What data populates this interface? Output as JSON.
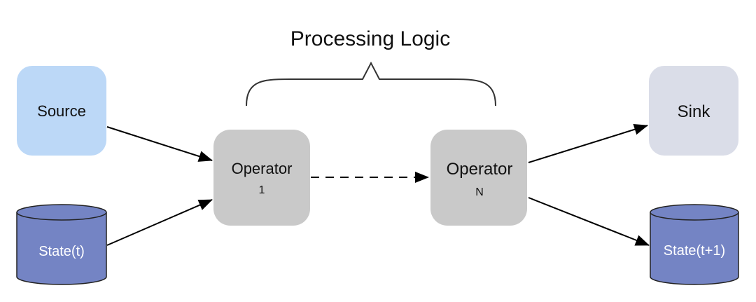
{
  "title": "Processing Logic",
  "nodes": {
    "source": {
      "label": "Source",
      "fill": "#bcd8f7"
    },
    "state_t": {
      "label": "State(t)",
      "fill": "#7484c4"
    },
    "operator_1": {
      "label": "Operator",
      "sub": "1",
      "fill": "#c9c9c9"
    },
    "operator_n": {
      "label": "Operator",
      "sub": "N",
      "fill": "#c9c9c9"
    },
    "sink": {
      "label": "Sink",
      "fill": "#dadde8"
    },
    "state_t1": {
      "label": "State(t+1)",
      "fill": "#7484c4"
    }
  },
  "colors": {
    "arrow": "#000000",
    "brace": "#333333",
    "cylinder_text": "#ffffff"
  }
}
